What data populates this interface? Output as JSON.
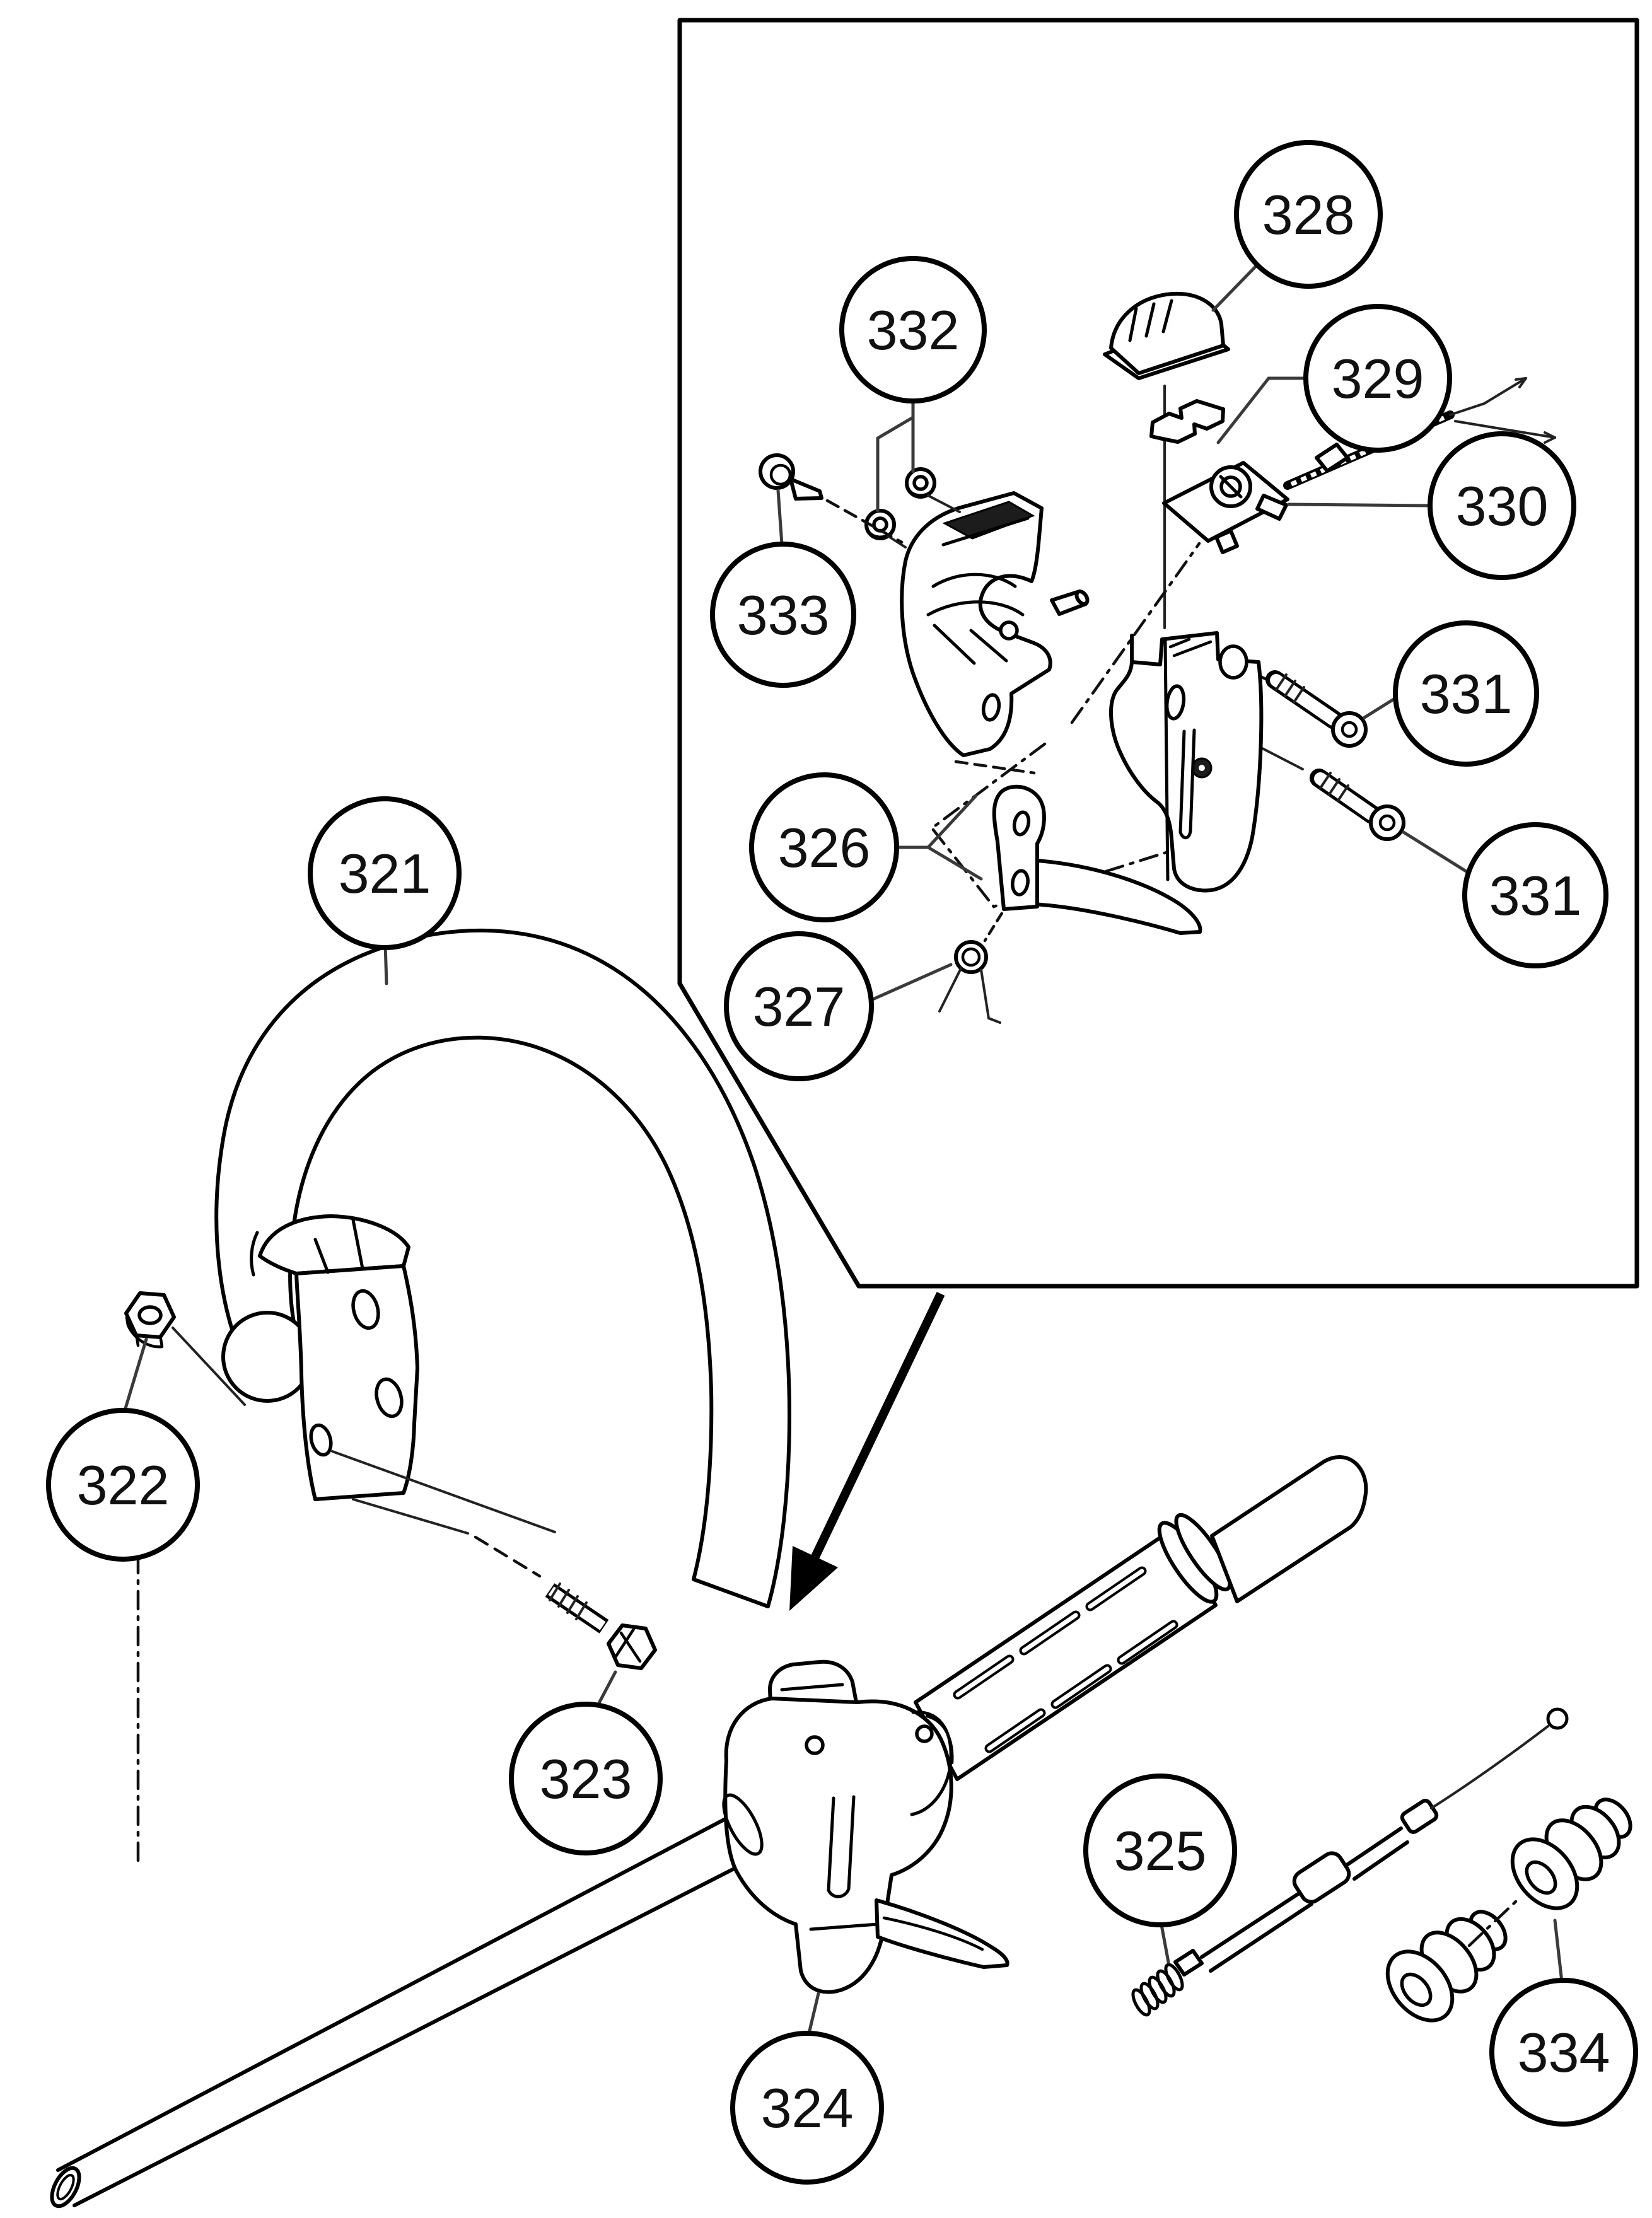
{
  "diagram": {
    "title": "",
    "type": "exploded-parts-diagram",
    "background_color": "#ffffff",
    "line_color": "#000000",
    "leader_color": "#3a3a3a",
    "callouts": [
      {
        "label": "321",
        "part": "loop-handle"
      },
      {
        "label": "322",
        "part": "clamp-nut"
      },
      {
        "label": "323",
        "part": "clamp-bolt"
      },
      {
        "label": "324",
        "part": "throttle-housing"
      },
      {
        "label": "325",
        "part": "throttle-cable"
      },
      {
        "label": "326",
        "part": "throttle-lever"
      },
      {
        "label": "327",
        "part": "torsion-spring"
      },
      {
        "label": "328",
        "part": "switch-button"
      },
      {
        "label": "329",
        "part": "switch-clip"
      },
      {
        "label": "330",
        "part": "stop-switch"
      },
      {
        "label": "331",
        "part": "housing-screw-upper"
      },
      {
        "label": "331",
        "part": "housing-screw-lower"
      },
      {
        "label": "332",
        "part": "housing-nuts"
      },
      {
        "label": "333",
        "part": "tapping-screw"
      },
      {
        "label": "334",
        "part": "shaft-grommets"
      }
    ]
  }
}
